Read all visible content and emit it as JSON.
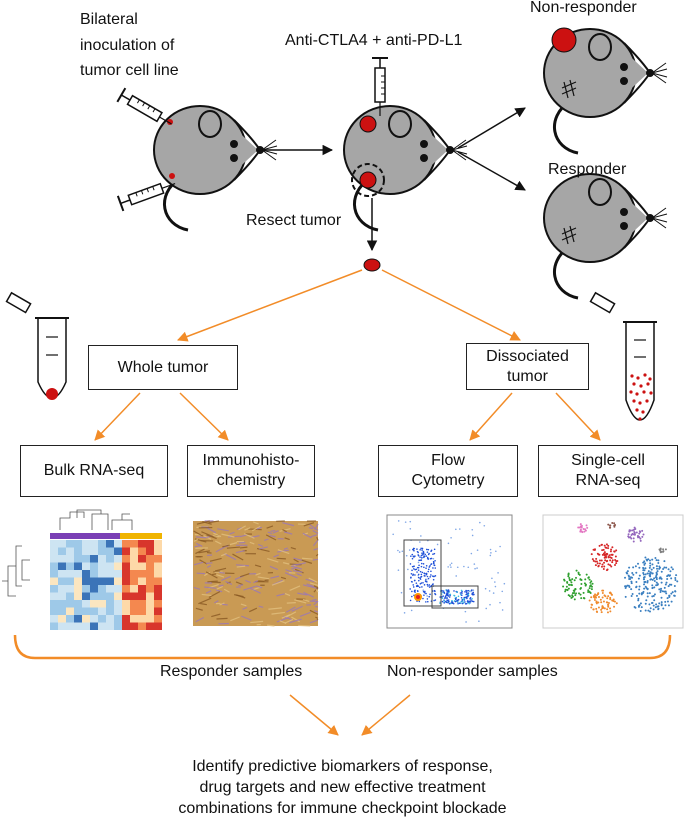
{
  "top": {
    "inoculation_line1": "Bilateral",
    "inoculation_line2": "inoculation of",
    "inoculation_line3": "tumor cell line",
    "treatment": "Anti-CTLA4 + anti-PD-L1",
    "non_responder": "Non-responder",
    "responder": "Responder",
    "resect": "Resect tumor"
  },
  "middle": {
    "whole_tumor": "Whole tumor",
    "dissociated_line1": "Dissociated",
    "dissociated_line2": "tumor"
  },
  "assays": {
    "bulk": "Bulk RNA-seq",
    "ihc_line1": "Immunohisto-",
    "ihc_line2": "chemistry",
    "flow_line1": "Flow",
    "flow_line2": "Cytometry",
    "sc_line1": "Single-cell",
    "sc_line2": "RNA-seq"
  },
  "bottom": {
    "responder_samples": "Responder samples",
    "non_responder_samples": "Non-responder samples",
    "conclusion_line1": "Identify predictive biomarkers of response,",
    "conclusion_line2": "drug targets and new effective treatment",
    "conclusion_line3": "combinations for immune checkpoint blockade"
  },
  "colors": {
    "arrow_orange": "#f28c28",
    "tumor_red": "#cc1111",
    "mouse_gray": "#a6a6a6"
  }
}
